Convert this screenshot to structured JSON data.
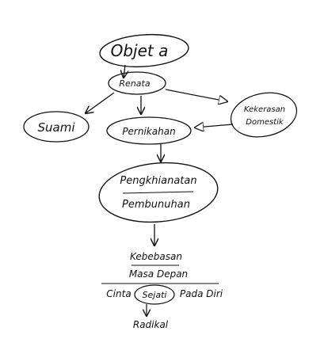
{
  "nodes": {
    "objet": "Objet a",
    "renata": "Renata",
    "suami": "Suami",
    "pernikahan": "Pernikahan",
    "kekerasan_line1": "Kekerasan",
    "kekerasan_line2": "Domestik",
    "pengkhianatan": "Pengkhianatan",
    "pembunuhan": "Pembunuhan",
    "kebebasan": "Kebebasan",
    "masa_depan": "Masa Depan",
    "cinta": "Cinta",
    "sejati": "Sejati",
    "pada_diri": "Pada Diri",
    "radikal": "Radikal"
  },
  "colors": {
    "ink": "#111111",
    "background": "#ffffff"
  }
}
